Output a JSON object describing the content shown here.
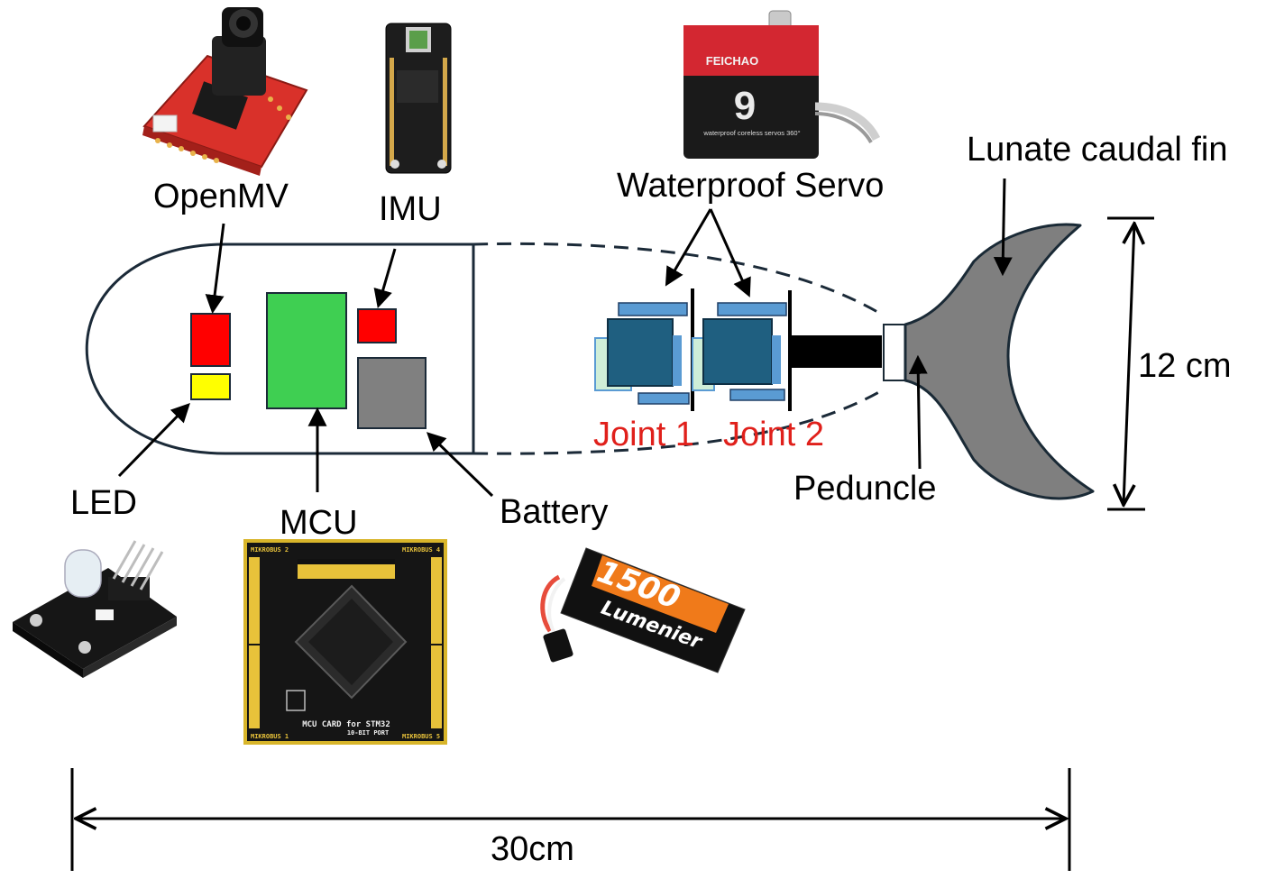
{
  "labels": {
    "openmv": "OpenMV",
    "imu": "IMU",
    "waterproof_servo": "Waterproof Servo",
    "lunate_caudal_fin": "Lunate caudal fin",
    "height_dimension": "12 cm",
    "joint_1": "Joint 1",
    "joint_2": "Joint 2",
    "peduncle": "Peduncle",
    "led": "LED",
    "mcu": "MCU",
    "battery": "Battery",
    "length_dimension": "30cm"
  },
  "photo_text": {
    "servo_brand": "FEICHAO",
    "servo_number": "9",
    "servo_caption": "waterproof coreless servos 360°",
    "mcu_card_title": "MCU CARD for STM32",
    "mcu_card_subtitle": "10-BIT PORT",
    "mikrobus_top_left": "MIKROBUS 2",
    "mikrobus_top_right": "MIKROBUS 4",
    "mikrobus_bottom_left": "MIKROBUS 1",
    "mikrobus_bottom_right": "MIKROBUS 5",
    "battery_capacity": "1500",
    "battery_brand": "Lumenier"
  },
  "colors": {
    "body_outline": "#1b2a38",
    "led_red": "#ff0000",
    "led_yellow": "#ffff00",
    "mcu_green": "#3fcf52",
    "battery_gray": "#808080",
    "servo_dark": "#1f5f80",
    "servo_light": "#5a9bd3",
    "servo_mint": "#cfeed8",
    "joint_label": "#e0201b",
    "fin_gray": "#7f7f7f",
    "fin_outline": "#1a2a36"
  }
}
